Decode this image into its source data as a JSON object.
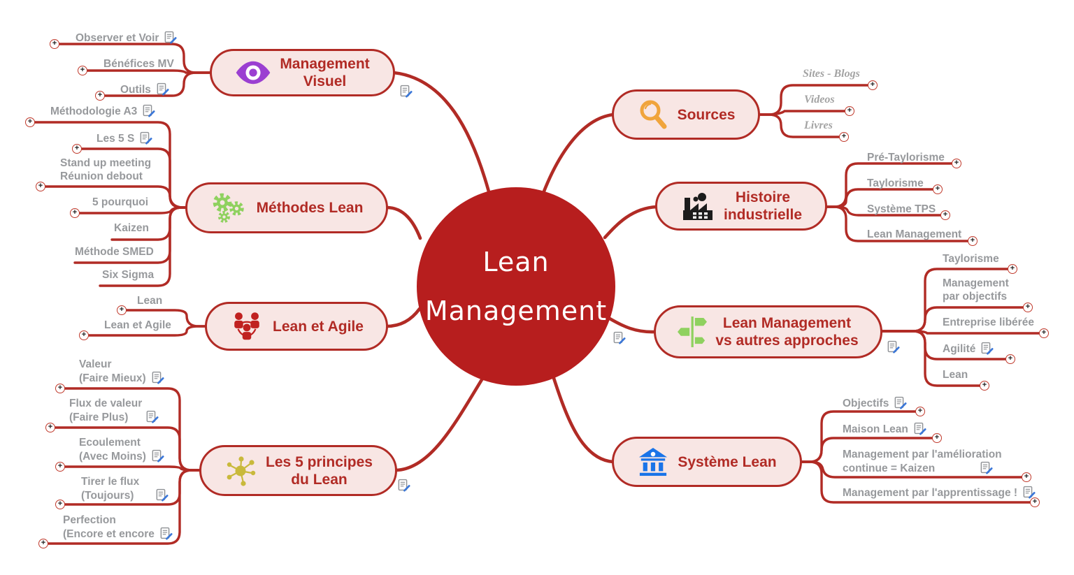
{
  "ui": {
    "plus": "+"
  },
  "colors": {
    "line_red": "#b12b25",
    "center_fill": "#b71e1e",
    "pill_fill": "#f8e6e4",
    "child_gray": "#97999c",
    "eye_purple": "#9b3fd1",
    "gear_green": "#8fd15f",
    "team_red": "#c02120",
    "hub_yellow": "#c9b93b",
    "magnifier_orange": "#f0a43c",
    "factory_black": "#1c1c1c",
    "signpost_green": "#8fd15f",
    "bank_blue": "#1a74e8",
    "note_pencil_blue": "#3b77d8"
  },
  "center": {
    "lines": [
      "Lean",
      "Management"
    ]
  },
  "branches": [
    {
      "name": "management-visuel",
      "icon": "eye-icon",
      "title_lines": [
        "Management",
        "Visuel"
      ],
      "node_note": true,
      "children": [
        {
          "lines": [
            "Observer et Voir"
          ],
          "note": true
        },
        {
          "lines": [
            "Bénéfices MV"
          ],
          "note": false
        },
        {
          "lines": [
            "Outils"
          ],
          "note": true
        }
      ]
    },
    {
      "name": "methodes-lean",
      "icon": "gears-icon",
      "title_lines": [
        "Méthodes Lean"
      ],
      "node_note": false,
      "children": [
        {
          "lines": [
            "Méthodologie A3"
          ],
          "note": true
        },
        {
          "lines": [
            "Les 5 S"
          ],
          "note": true
        },
        {
          "lines": [
            "Stand up meeting",
            "Réunion debout"
          ],
          "note": false
        },
        {
          "lines": [
            "5 pourquoi"
          ],
          "note": false
        },
        {
          "lines": [
            "Kaizen"
          ],
          "note": false
        },
        {
          "lines": [
            "Méthode SMED"
          ],
          "note": false
        },
        {
          "lines": [
            "Six Sigma"
          ],
          "note": false
        }
      ]
    },
    {
      "name": "lean-et-agile",
      "icon": "team-icon",
      "title_lines": [
        "Lean et Agile"
      ],
      "node_note": false,
      "children": [
        {
          "lines": [
            "Lean"
          ],
          "note": false
        },
        {
          "lines": [
            "Lean et Agile"
          ],
          "note": false
        }
      ]
    },
    {
      "name": "les-5-principes-du-lean",
      "icon": "hub-icon",
      "title_lines": [
        "Les 5 principes",
        "du Lean"
      ],
      "node_note": true,
      "children": [
        {
          "lines": [
            "Valeur",
            "(Faire Mieux)"
          ],
          "note": true
        },
        {
          "lines": [
            "Flux de valeur",
            "(Faire Plus)"
          ],
          "note": true
        },
        {
          "lines": [
            "Ecoulement",
            "(Avec Moins)"
          ],
          "note": true
        },
        {
          "lines": [
            "Tirer le flux",
            "(Toujours)"
          ],
          "note": true
        },
        {
          "lines": [
            "Perfection",
            "(Encore et encore"
          ],
          "note": true
        }
      ]
    },
    {
      "name": "sources",
      "icon": "magnifier-icon",
      "title_lines": [
        "Sources"
      ],
      "node_note": false,
      "children": [
        {
          "lines": [
            "Sites - Blogs"
          ],
          "note": false
        },
        {
          "lines": [
            "Videos"
          ],
          "note": false
        },
        {
          "lines": [
            "Livres"
          ],
          "note": false
        }
      ]
    },
    {
      "name": "histoire-industrielle",
      "icon": "factory-icon",
      "title_lines": [
        "Histoire",
        "industrielle"
      ],
      "node_note": false,
      "children": [
        {
          "lines": [
            "Pré-Taylorisme"
          ],
          "note": false
        },
        {
          "lines": [
            "Taylorisme"
          ],
          "note": false
        },
        {
          "lines": [
            "Système TPS"
          ],
          "note": false
        },
        {
          "lines": [
            "Lean Management"
          ],
          "note": false
        }
      ]
    },
    {
      "name": "lean-management-vs-autres-approches",
      "icon": "signpost-icon",
      "title_lines": [
        "Lean Management",
        "vs autres approches"
      ],
      "node_note": true,
      "line_note": true,
      "children": [
        {
          "lines": [
            "Taylorisme"
          ],
          "note": false
        },
        {
          "lines": [
            "Management",
            "par objectifs"
          ],
          "note": false
        },
        {
          "lines": [
            "Entreprise libérée"
          ],
          "note": false
        },
        {
          "lines": [
            "Agilité"
          ],
          "note": true
        },
        {
          "lines": [
            "Lean"
          ],
          "note": false
        }
      ]
    },
    {
      "name": "systeme-lean",
      "icon": "bank-icon",
      "title_lines": [
        "Système Lean"
      ],
      "node_note": false,
      "children": [
        {
          "lines": [
            "Objectifs"
          ],
          "note": true
        },
        {
          "lines": [
            "Maison Lean"
          ],
          "note": true
        },
        {
          "lines": [
            "Management par l'amélioration",
            "continue =  Kaizen"
          ],
          "note": true
        },
        {
          "lines": [
            "Management par l'apprentissage !"
          ],
          "note": true
        }
      ]
    }
  ]
}
